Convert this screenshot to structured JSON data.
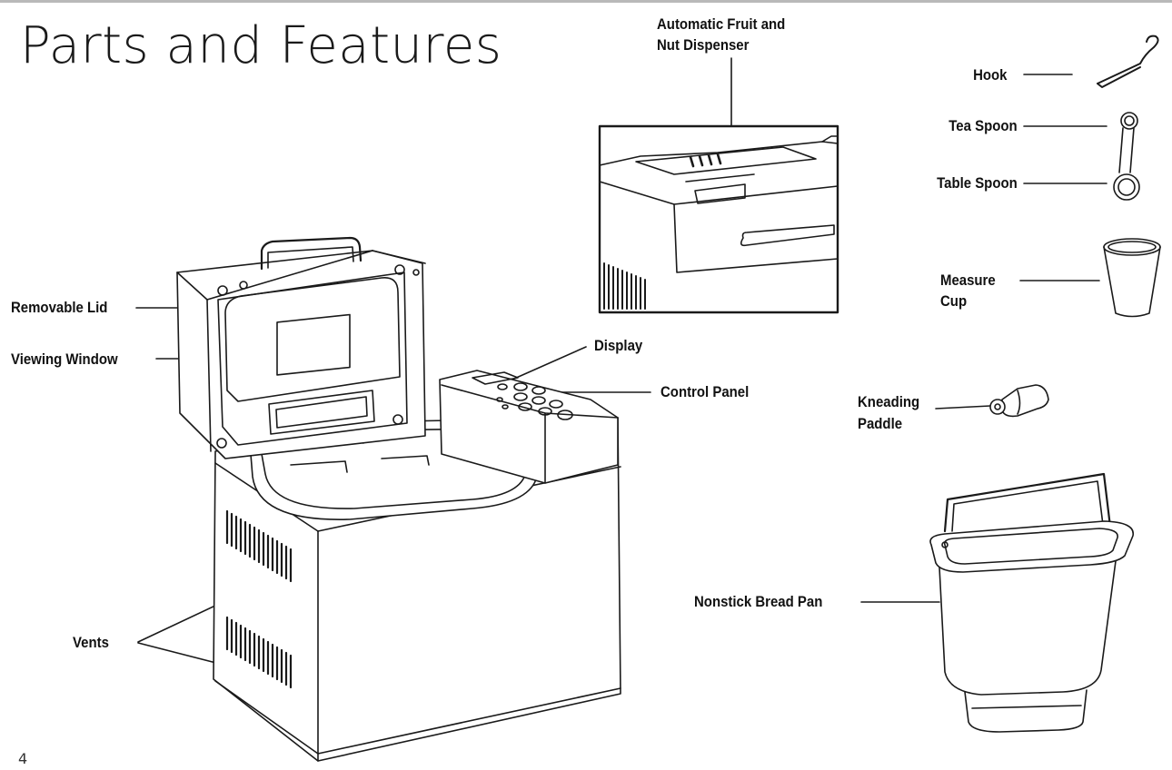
{
  "page": {
    "title": "Parts and Features",
    "page_number": "4"
  },
  "labels": {
    "dispenser_line1": "Automatic Fruit and",
    "dispenser_line2": "Nut Dispenser",
    "hook": "Hook",
    "tea_spoon": "Tea Spoon",
    "table_spoon": "Table Spoon",
    "measure_cup_line1": "Measure",
    "measure_cup_line2": "Cup",
    "removable_lid": "Removable Lid",
    "viewing_window": "Viewing Window",
    "display": "Display",
    "control_panel": "Control Panel",
    "kneading_paddle_line1": "Kneading",
    "kneading_paddle_line2": "Paddle",
    "nonstick_bread_pan": "Nonstick Bread Pan",
    "vents": "Vents"
  },
  "colors": {
    "ink": "#111111",
    "background": "#ffffff",
    "rule": "#b9b9b9"
  }
}
